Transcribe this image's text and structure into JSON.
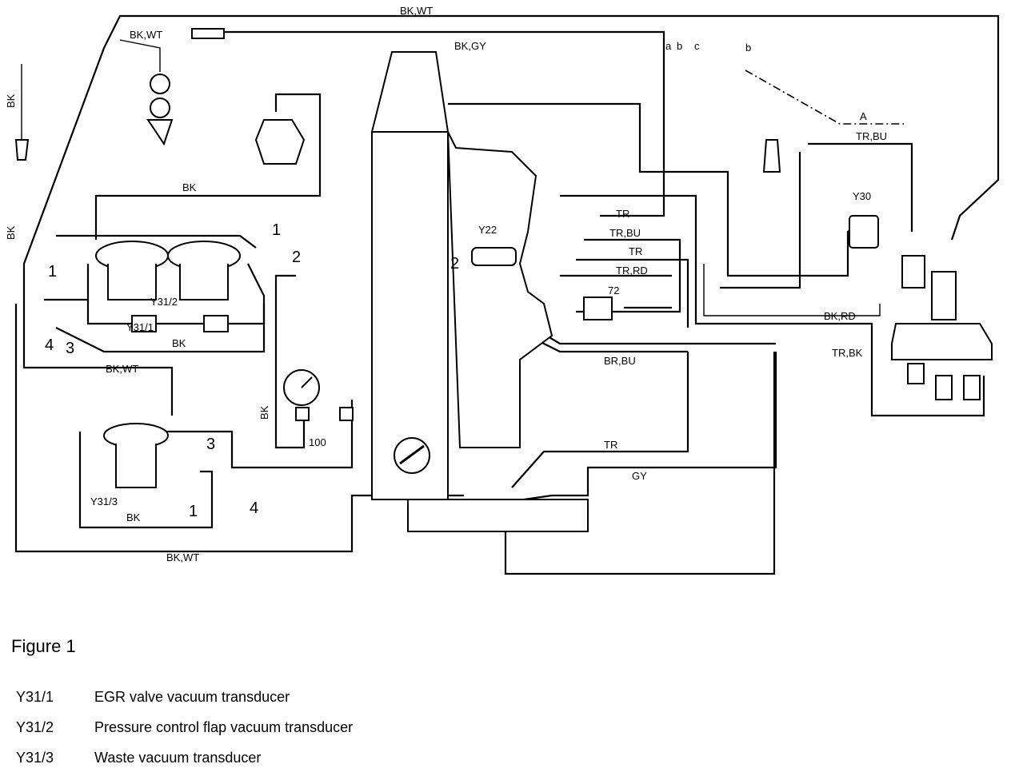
{
  "figure": {
    "caption": "Figure 1",
    "legend": [
      {
        "code": "Y31/1",
        "desc": "EGR valve vacuum transducer"
      },
      {
        "code": "Y31/2",
        "desc": "Pressure control flap vacuum transducer"
      },
      {
        "code": "Y31/3",
        "desc": "Waste vacuum transducer"
      }
    ]
  },
  "diagram": {
    "wire_labels": {
      "bkwt_top": "BK,WT",
      "bkwt_left_top": "BK,WT",
      "bkgy": "BK,GY",
      "bk_mid": "BK",
      "bk_left_vertical": "BK",
      "bk_left_vertical2": "BK",
      "bk_lower": "BK",
      "bkwt_mid": "BK,WT",
      "bk_vertical_gauge": "BK",
      "bk_bottom": "BK",
      "bkwt_bottom": "BK,WT",
      "trbu_right": "TR,BU",
      "tr_1": "TR",
      "trbu_2": "TR,BU",
      "tr_3": "TR",
      "trrd": "TR,RD",
      "bkrd": "BK,RD",
      "trbk": "TR,BK",
      "brbu": "BR,BU",
      "tr_bottom": "TR",
      "gy": "GY"
    },
    "callouts": {
      "a": "a",
      "b": "b",
      "c": "c",
      "b_right": "b",
      "A": "A",
      "y22": "Y22",
      "y30": "Y30",
      "y31_1": "Y31/1",
      "y31_2": "Y31/2",
      "y31_3": "Y31/3",
      "n72": "72",
      "n100": "100",
      "n1_top": "1",
      "n2_top": "2",
      "n1_left": "1",
      "n3_left": "3",
      "n4_left": "4",
      "n2_engine": "2",
      "n3_bottom": "3",
      "n1_bottom": "1",
      "n4_bottom": "4"
    }
  }
}
